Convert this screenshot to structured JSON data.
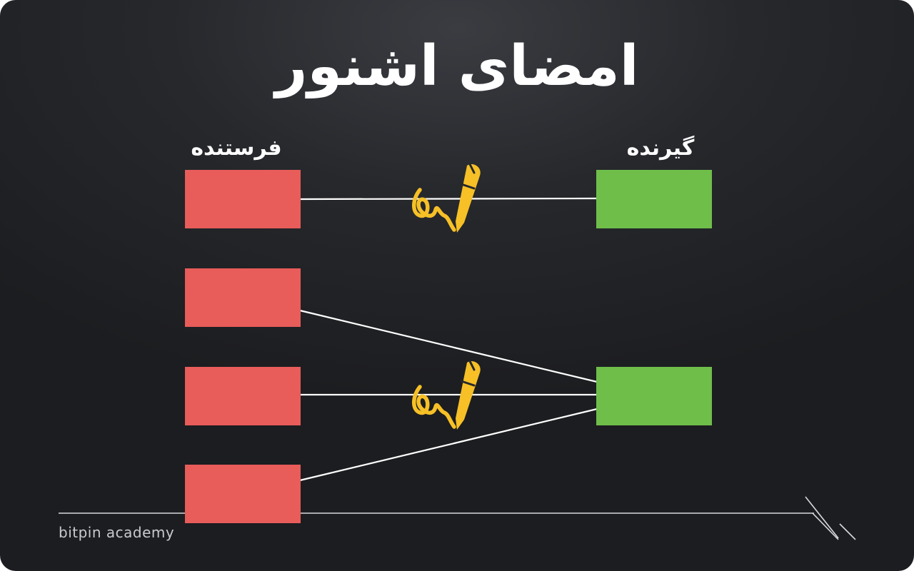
{
  "diagram": {
    "title": "امضای اشنور",
    "sender_label": "فرستنده",
    "receiver_label": "گیرنده",
    "sections": [
      {
        "senders": 1,
        "receivers": 1,
        "signature_icon": "signature-pen-icon"
      },
      {
        "senders": 3,
        "receivers": 1,
        "signature_icon": "signature-pen-icon"
      }
    ]
  },
  "footer": {
    "brand": "bitpin academy"
  },
  "colors": {
    "sender_box": "#e85c5a",
    "receiver_box": "#6fbe4a",
    "signature": "#f6c026",
    "line": "#ffffff"
  }
}
